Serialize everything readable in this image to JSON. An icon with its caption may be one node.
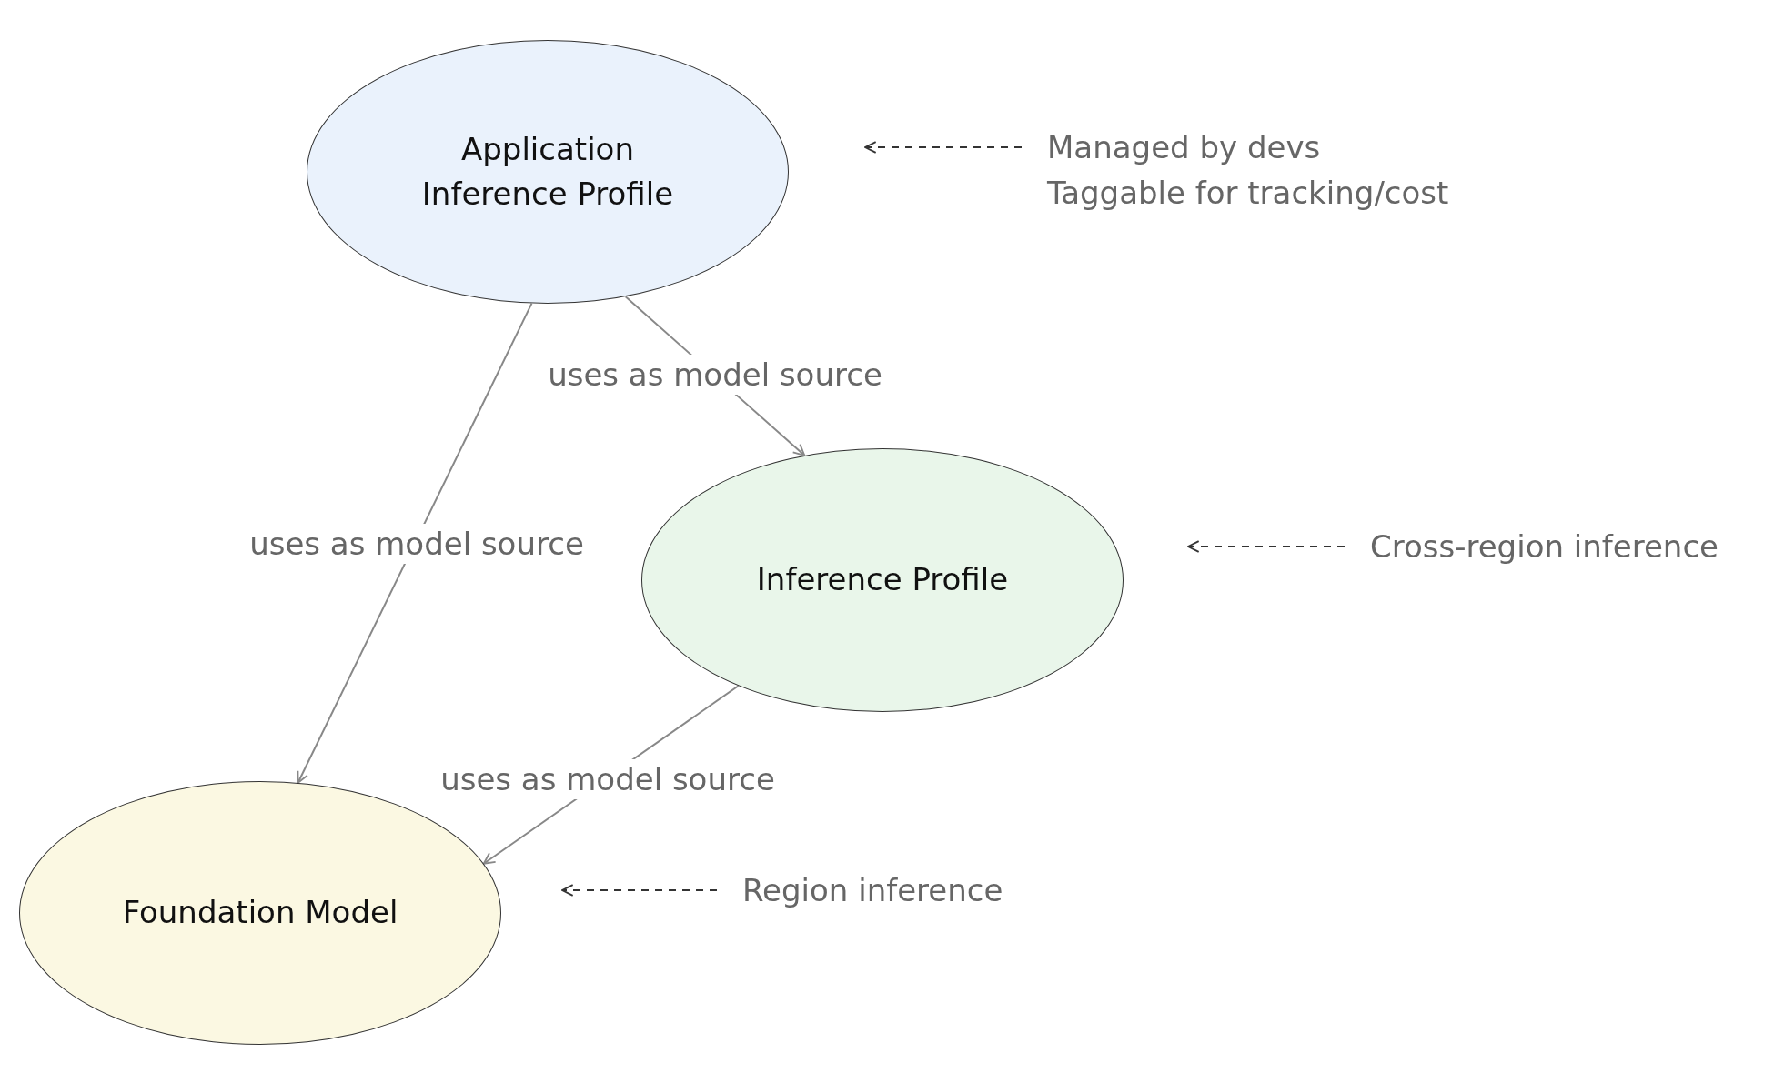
{
  "diagram": {
    "nodes": [
      {
        "text": [
          "Application Inference Profile"
        ]
      },
      {
        "text": [
          "Inference Profile"
        ]
      },
      {
        "text": [
          "Foundation Model"
        ]
      },
      {
        "text": [
          "Managed by devs",
          "Taggable for tracking/cost"
        ]
      },
      {
        "text": [
          "Cross-region inference"
        ]
      },
      {
        "text": [
          "Region inference"
        ]
      }
    ],
    "edges": [
      {
        "from": 0,
        "to": 1,
        "arrow": "to",
        "label": "uses as model source"
      },
      {
        "from": 0,
        "to": 2,
        "arrow": "to",
        "label": "uses as model source"
      },
      {
        "from": 1,
        "to": 2,
        "arrow": "to",
        "label": "uses as model source"
      },
      {
        "from": 3,
        "to": null,
        "arrow": "to",
        "style": "dashed",
        "color": "#333333"
      },
      {
        "from": 4,
        "to": null,
        "arrow": "to",
        "style": "dashed",
        "color": "#333333"
      },
      {
        "from": 5,
        "to": null,
        "arrow": "to",
        "style": "dashed",
        "color": "#333333"
      }
    ]
  }
}
